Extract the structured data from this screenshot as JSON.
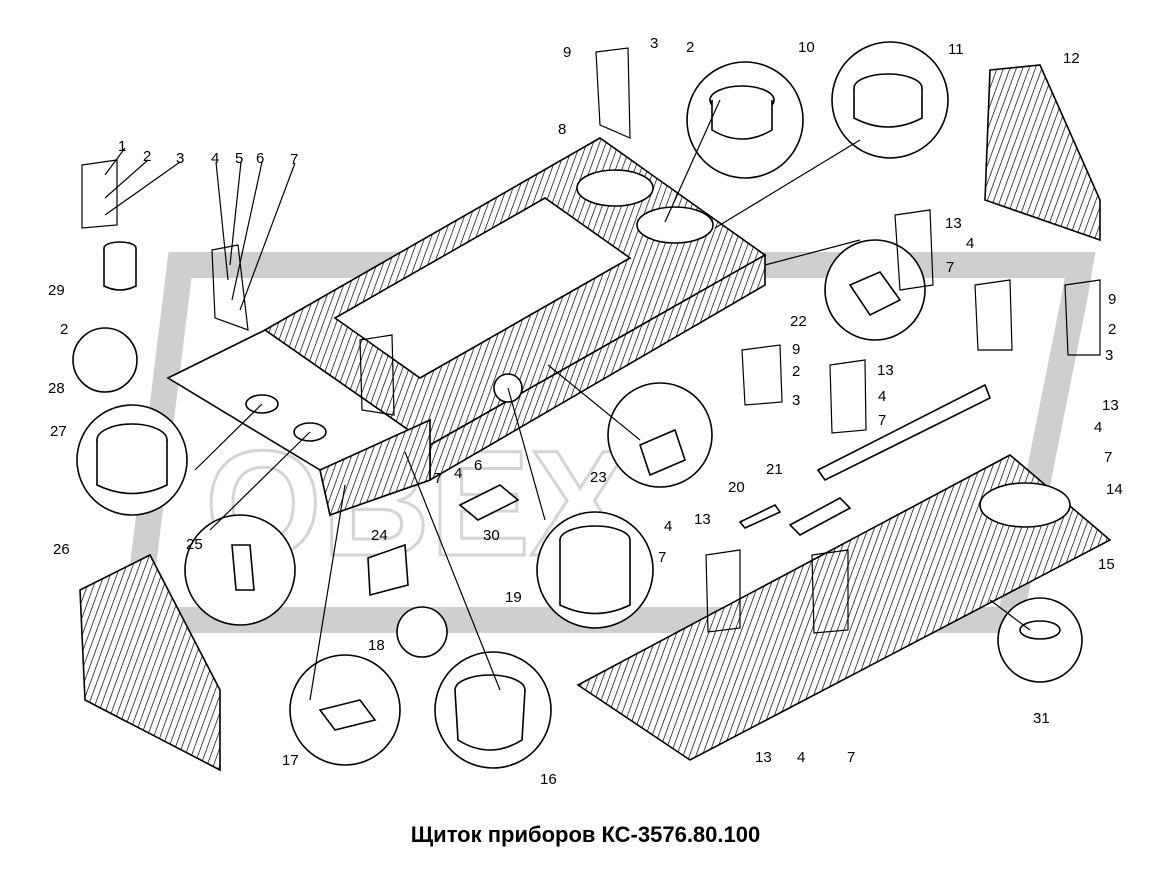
{
  "title": "Щиток приборов КС-3576.80.100",
  "watermark": "ОВЕХ",
  "callouts": [
    {
      "label": "1"
    },
    {
      "label": "2"
    },
    {
      "label": "3"
    },
    {
      "label": "4"
    },
    {
      "label": "5"
    },
    {
      "label": "6"
    },
    {
      "label": "7"
    },
    {
      "label": "9"
    },
    {
      "label": "3"
    },
    {
      "label": "2"
    },
    {
      "label": "10"
    },
    {
      "label": "11"
    },
    {
      "label": "12"
    },
    {
      "label": "8"
    },
    {
      "label": "13"
    },
    {
      "label": "4"
    },
    {
      "label": "7"
    },
    {
      "label": "9"
    },
    {
      "label": "2"
    },
    {
      "label": "3"
    },
    {
      "label": "29"
    },
    {
      "label": "2"
    },
    {
      "label": "28"
    },
    {
      "label": "27"
    },
    {
      "label": "22"
    },
    {
      "label": "9"
    },
    {
      "label": "2"
    },
    {
      "label": "3"
    },
    {
      "label": "13"
    },
    {
      "label": "4"
    },
    {
      "label": "7"
    },
    {
      "label": "13"
    },
    {
      "label": "4"
    },
    {
      "label": "7"
    },
    {
      "label": "14"
    },
    {
      "label": "7"
    },
    {
      "label": "4"
    },
    {
      "label": "6"
    },
    {
      "label": "23"
    },
    {
      "label": "21"
    },
    {
      "label": "20"
    },
    {
      "label": "30"
    },
    {
      "label": "25"
    },
    {
      "label": "26"
    },
    {
      "label": "24"
    },
    {
      "label": "19"
    },
    {
      "label": "4"
    },
    {
      "label": "13"
    },
    {
      "label": "7"
    },
    {
      "label": "15"
    },
    {
      "label": "18"
    },
    {
      "label": "17"
    },
    {
      "label": "16"
    },
    {
      "label": "13"
    },
    {
      "label": "4"
    },
    {
      "label": "7"
    },
    {
      "label": "31"
    }
  ]
}
